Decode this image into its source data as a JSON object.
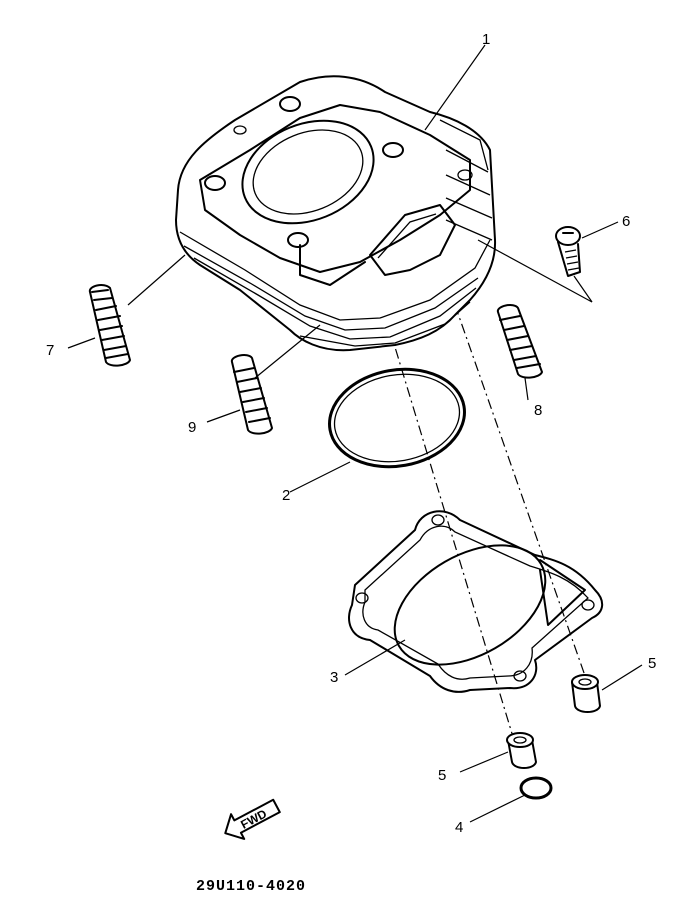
{
  "callouts": {
    "c1": "1",
    "c2": "2",
    "c3": "3",
    "c4": "4",
    "c5a": "5",
    "c5b": "5",
    "c6": "6",
    "c7": "7",
    "c8": "8",
    "c9": "9"
  },
  "fwd_label": "FWD",
  "figure_code": "29U110-4020"
}
